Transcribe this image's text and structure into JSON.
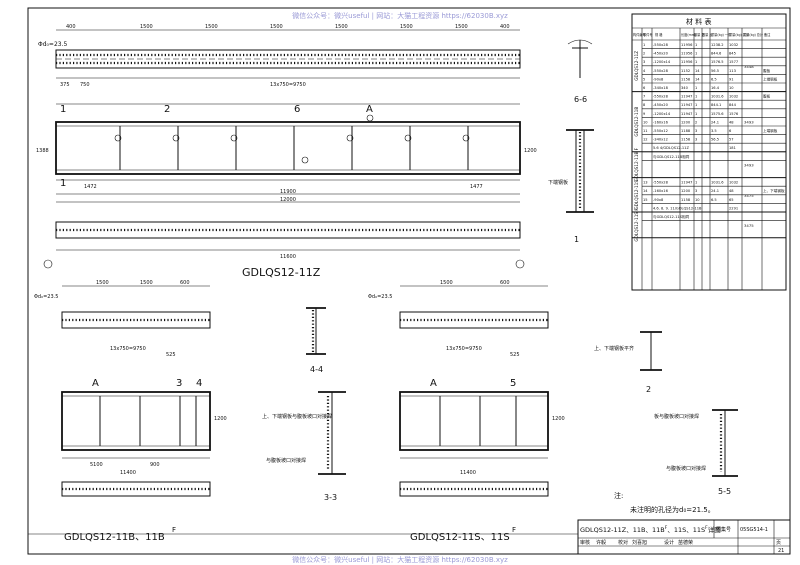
{
  "watermark_top": "微信公众号：微兴useful | 网站：大猫工程资源 https://62030B.xyz",
  "watermark_bottom": "微信公众号：微兴useful | 网站：大猫工程资源 https://62030B.xyz",
  "main_title": "GDLQS12-11Z",
  "title_b": "GDLQS12-11B、11B",
  "title_b_sup": "F",
  "title_s": "GDLQS12-11S、11S",
  "title_s_sup": "F",
  "hole_label": "Φd₀=23.5",
  "note_label": "注:",
  "note_text": "未注明的孔径为d₀=21.5。",
  "section_labels": {
    "s11a": "1",
    "s11b": "1",
    "s22": "2",
    "s33": "3-3",
    "s44": "4-4",
    "s55": "5-5",
    "s66": "6-6",
    "cut2": "2",
    "cut6": "6",
    "cutA": "A",
    "cutA2": "A",
    "cut3": "3",
    "cut4": "4",
    "cut5": "5",
    "cutA3": "A",
    "cutA4": "A"
  },
  "dims": {
    "d400": "400",
    "d1500": "1500",
    "d600": "600",
    "d13x750": "13x750=9750",
    "d750": "750",
    "d375": "375",
    "d11900": "11900",
    "d12000": "12000",
    "d1472": "1472",
    "d1477": "1477",
    "d1388": "1388",
    "d1200": "1200",
    "d11600": "11600",
    "d11400": "11400",
    "d525": "525",
    "d900": "900",
    "d5100": "5100"
  },
  "weld_notes": {
    "upper_weld": "上、下端钢板平齐",
    "upper_weld2": "上、下端钢板与腹板坡口对接焊",
    "groove": "与腹板坡口对接焊",
    "lower_weld": "下端钢板",
    "plate_weld": "板与腹板坡口对接焊",
    "lower_flange": "下端钢板平齐"
  },
  "table": {
    "title": "材  料  表",
    "headers": [
      "构件编号",
      "零件号",
      "规  格",
      "长度(mm)",
      "数量 正",
      "数量 反",
      "重量(kg) 一件",
      "重量(kg) 共计",
      "重量(kg) 总计",
      "备注"
    ],
    "groups": [
      {
        "name": "GDLQS12-11Z",
        "total": "3448",
        "rows": [
          [
            "1",
            "-550x28",
            "11956",
            "1",
            "",
            "1238.2",
            "1032",
            ""
          ],
          [
            "2",
            "-450x20",
            "11956",
            "1",
            "",
            "844.6",
            "845",
            ""
          ],
          [
            "3",
            "-1200x14",
            "11956",
            "1",
            "",
            "1576.5",
            "1577",
            ""
          ],
          [
            "4",
            "-550x28",
            "1152",
            "14",
            "",
            "56.5",
            "113",
            "腹板"
          ],
          [
            "5",
            "-90x8",
            "1158",
            "14",
            "",
            "6.5",
            "91",
            "上端钢板"
          ],
          [
            "6",
            "-340x18",
            "340",
            "1",
            "",
            "16.4",
            "10",
            ""
          ]
        ]
      },
      {
        "name": "GDLQS12-11B",
        "total": "3493",
        "rows": [
          [
            "7",
            "-550x28",
            "11947",
            "1",
            "",
            "1031.6",
            "1032",
            "腹板"
          ],
          [
            "8",
            "-450x20",
            "11947",
            "1",
            "",
            "844.1",
            "844",
            ""
          ],
          [
            "9",
            "-1200x14",
            "11947",
            "1",
            "",
            "1575.6",
            "1576",
            ""
          ],
          [
            "10",
            "-160x16",
            "1200",
            "2",
            "",
            "24.1",
            "48",
            ""
          ],
          [
            "11",
            "-550x12",
            "1188",
            "3",
            "",
            "3.5",
            "6",
            "上端钢板"
          ],
          [
            "12",
            "-340x12",
            "1158",
            "3",
            "",
            "56.5",
            "57",
            ""
          ],
          [
            "",
            "5.6 4/GDLQS12-11Z",
            "",
            "",
            "",
            "",
            "181",
            ""
          ]
        ]
      },
      {
        "name": "GDLQS12-11B F",
        "total": "3493",
        "rows": [
          [
            "",
            "与GDLQS12-11B相同",
            "",
            "",
            "",
            "",
            "",
            ""
          ]
        ]
      },
      {
        "name": "GDLQS12-11S",
        "total": "3475",
        "rows": [
          [
            "13",
            "-550x28",
            "11947",
            "1",
            "",
            "1031.6",
            "1032",
            ""
          ],
          [
            "14",
            "-160x16",
            "1200",
            "3",
            "",
            "24.1",
            "48",
            "上、下端钢板"
          ],
          [
            "15",
            "-90x8",
            "1158",
            "10",
            "",
            "6.5",
            "65",
            ""
          ],
          [
            "",
            "4.6. 8. 9. 11/GDLQS12-11B",
            "",
            "",
            "",
            "",
            "2291",
            ""
          ]
        ]
      },
      {
        "name": "GDLQS12-11S F",
        "total": "3475",
        "rows": [
          [
            "",
            "与GDLQS12-11S相同",
            "",
            "",
            "",
            "",
            "",
            ""
          ]
        ]
      }
    ]
  },
  "title_block": {
    "drawing_title": "GDLQS12-11Z、11B、11B",
    "drawing_title_mid": "F",
    "drawing_title_tail": "、11S、11S",
    "drawing_title_sup": "F",
    "drawing_title_suffix": "详图",
    "atlas_label": "图集号",
    "atlas_no": "05SG514-1",
    "page_label": "页",
    "page_no": "21",
    "review": "审核",
    "review_name": "许毅",
    "check": "校对",
    "check_name": "刘喜旭",
    "design": "设计",
    "design_name": "苗德荣"
  }
}
